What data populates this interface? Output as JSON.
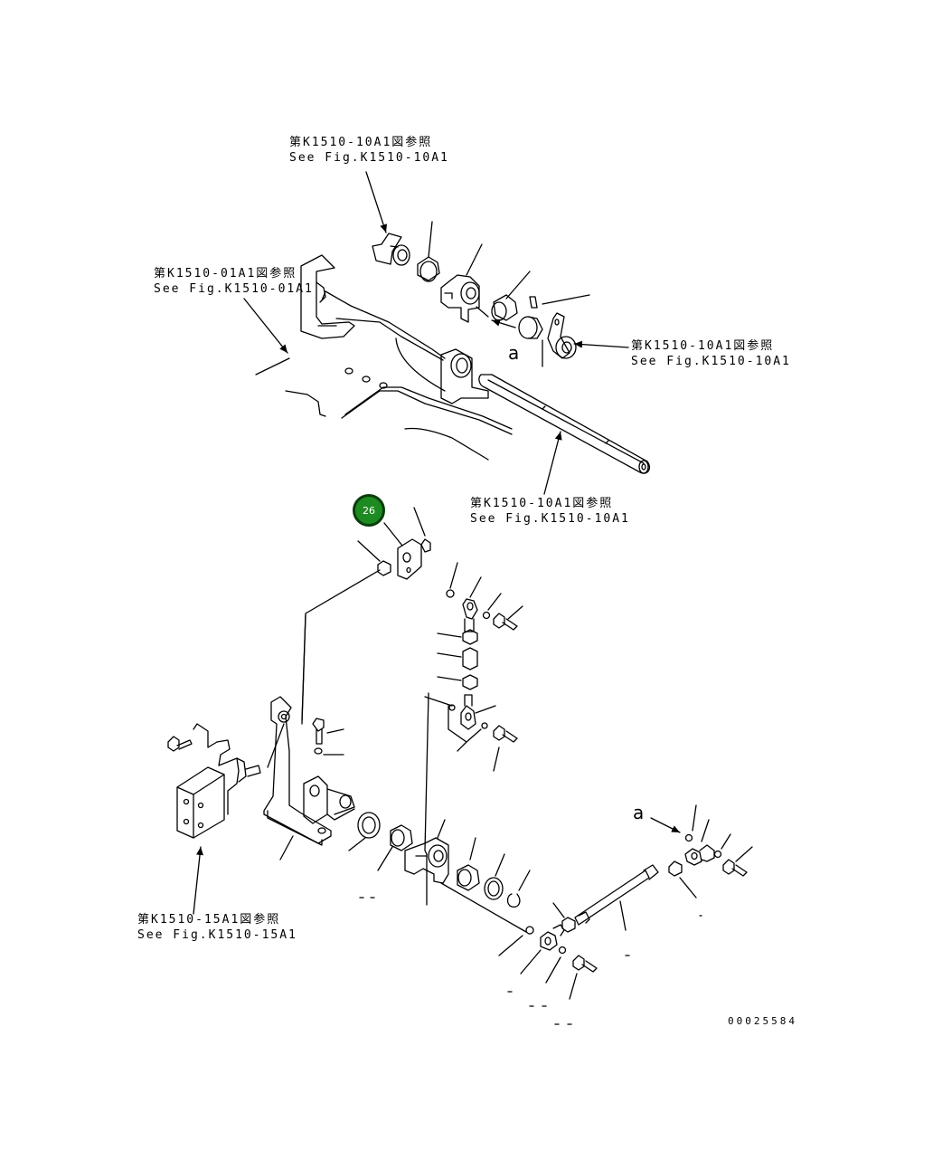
{
  "references": [
    {
      "jp": "第K1510-10A1図参照",
      "en": "See Fig.K1510-10A1"
    },
    {
      "jp": "第K1510-01A1図参照",
      "en": "See Fig.K1510-01A1"
    },
    {
      "jp": "第K1510-10A1図参照",
      "en": "See Fig.K1510-10A1"
    },
    {
      "jp": "第K1510-10A1図参照",
      "en": "See Fig.K1510-10A1"
    },
    {
      "jp": "第K1510-15A1図参照",
      "en": "See Fig.K1510-15A1"
    }
  ],
  "view_markers": {
    "top": "a",
    "bottom": "a"
  },
  "callout_badge": {
    "label": "26",
    "color": "#1e8a22"
  },
  "drawing_number": "00025584"
}
